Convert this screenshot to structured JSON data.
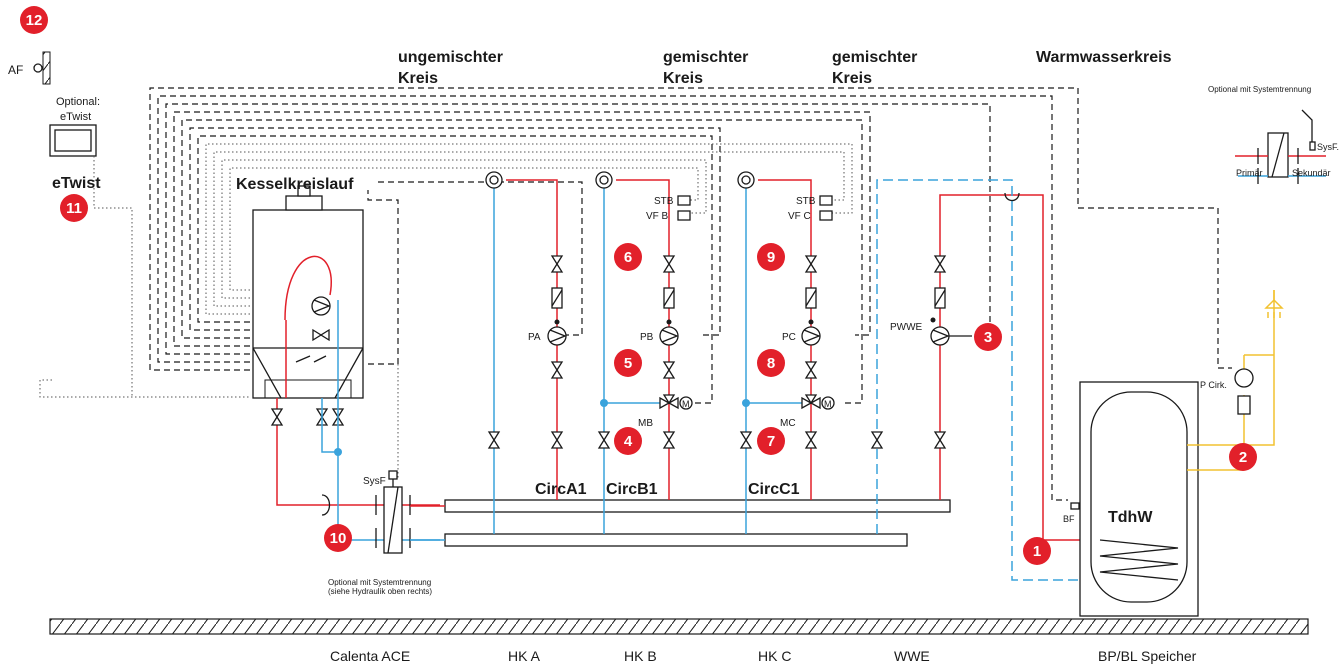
{
  "colors": {
    "flow": "#e2202a",
    "return": "#3aa3dc",
    "dhw": "#f2c230",
    "badge": "#e2202a",
    "line": "#1a1a1a"
  },
  "icons": [
    "outdoor-sensor-icon",
    "room-unit-icon",
    "boiler-icon",
    "pump-icon",
    "valve-icon",
    "mixing-valve-icon",
    "motor-icon",
    "tank-icon",
    "shower-icon",
    "heat-exchanger-icon",
    "thermostat-icon",
    "check-valve-icon"
  ],
  "headers": {
    "unmixed": [
      "ungemischter",
      "Kreis"
    ],
    "mixed_b": [
      "gemischter",
      "Kreis"
    ],
    "mixed_c": [
      "gemischter",
      "Kreis"
    ],
    "dhw": "Warmwasserkreis"
  },
  "labels": {
    "af": "AF",
    "optional_line1": "Optional:",
    "optional_line2": "eTwist",
    "etwist": "eTwist",
    "boiler_circuit": "Kesselkreislauf",
    "pa": "PA",
    "pb": "PB",
    "pc": "PC",
    "pwwe": "PWWE",
    "stb_b": "STB",
    "vf_b": "VF B",
    "stb_c": "STB",
    "vf_c": "VF C",
    "mb": "MB",
    "mc": "MC",
    "motor": "M",
    "circ_a1": "CircA1",
    "circ_b1": "CircB1",
    "circ_c1": "CircC1",
    "sysf": "SysF",
    "sysf_top": "SysF.",
    "sep_note_1": "Optional mit Systemtrennung",
    "sep_note_2": "(siehe Hydraulik oben rechts)",
    "sep_top": "Optional mit Systemtrennung",
    "primaer": "Primär",
    "sekundaer": "Sekundär",
    "pcirk": "P Cirk.",
    "bf": "BF",
    "tdhw": "TdhW"
  },
  "badges": [
    "1",
    "2",
    "3",
    "4",
    "5",
    "6",
    "7",
    "8",
    "9",
    "10",
    "11",
    "12"
  ],
  "footer": {
    "calenta": "Calenta ACE",
    "hka": "HK A",
    "hkb": "HK B",
    "hkc": "HK C",
    "wwe": "WWE",
    "speicher": "BP/BL Speicher"
  }
}
